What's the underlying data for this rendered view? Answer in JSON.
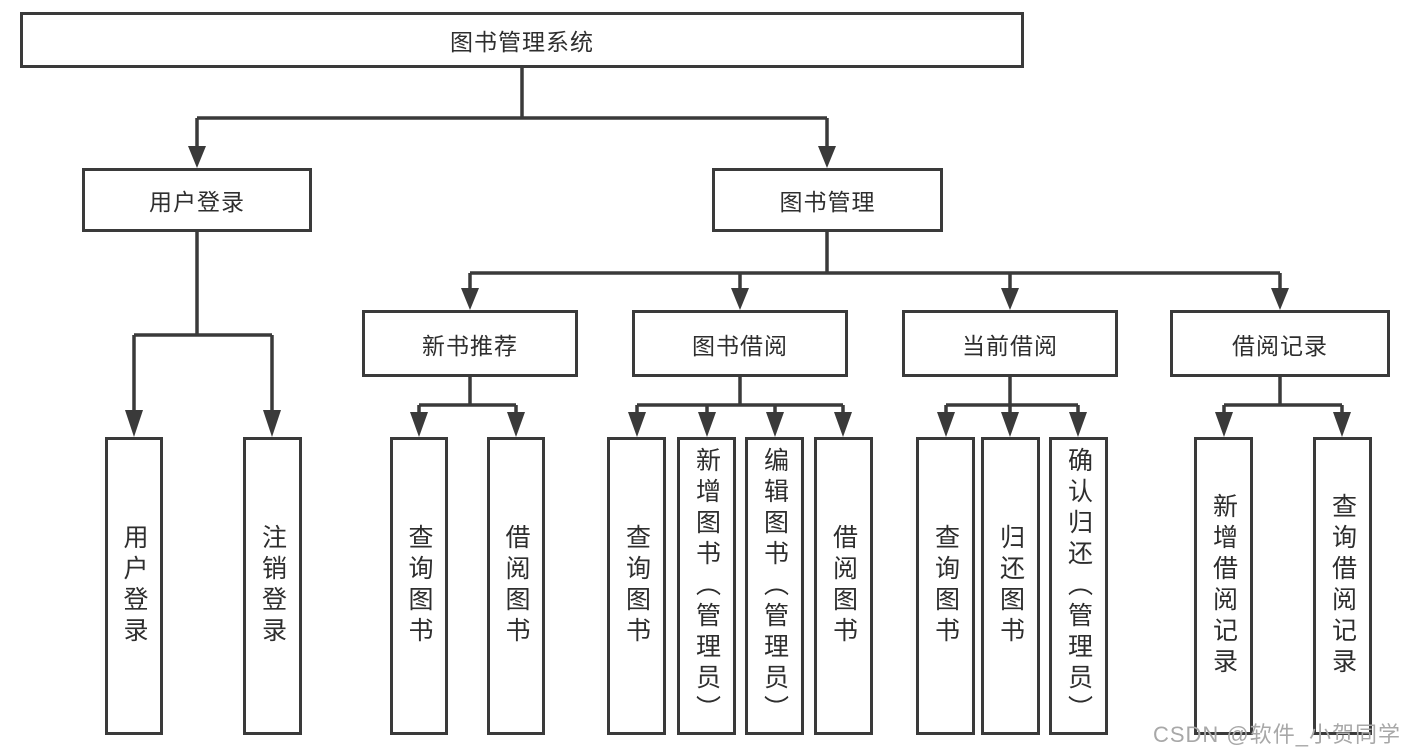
{
  "colors": {
    "line": "#3a3a3a",
    "text": "#2e2e2e",
    "background": "#ffffff",
    "watermark": "#a8a8a8"
  },
  "watermark": {
    "text": "CSDN @软件_小贺同学"
  },
  "nodes": {
    "root": {
      "label": "图书管理系统"
    },
    "level2": [
      {
        "label": "用户登录"
      },
      {
        "label": "图书管理"
      }
    ],
    "level3": [
      {
        "label": "新书推荐"
      },
      {
        "label": "图书借阅"
      },
      {
        "label": "当前借阅"
      },
      {
        "label": "借阅记录"
      }
    ],
    "leaves": [
      {
        "label": "用户登录"
      },
      {
        "label": "注销登录"
      },
      {
        "label": "查询图书"
      },
      {
        "label": "借阅图书"
      },
      {
        "label": "查询图书"
      },
      {
        "label": "新增图书（管理员）"
      },
      {
        "label": "编辑图书（管理员）"
      },
      {
        "label": "借阅图书"
      },
      {
        "label": "查询图书"
      },
      {
        "label": "归还图书"
      },
      {
        "label": "确认归还（管理员）"
      },
      {
        "label": "新增借阅记录"
      },
      {
        "label": "查询借阅记录"
      }
    ]
  }
}
